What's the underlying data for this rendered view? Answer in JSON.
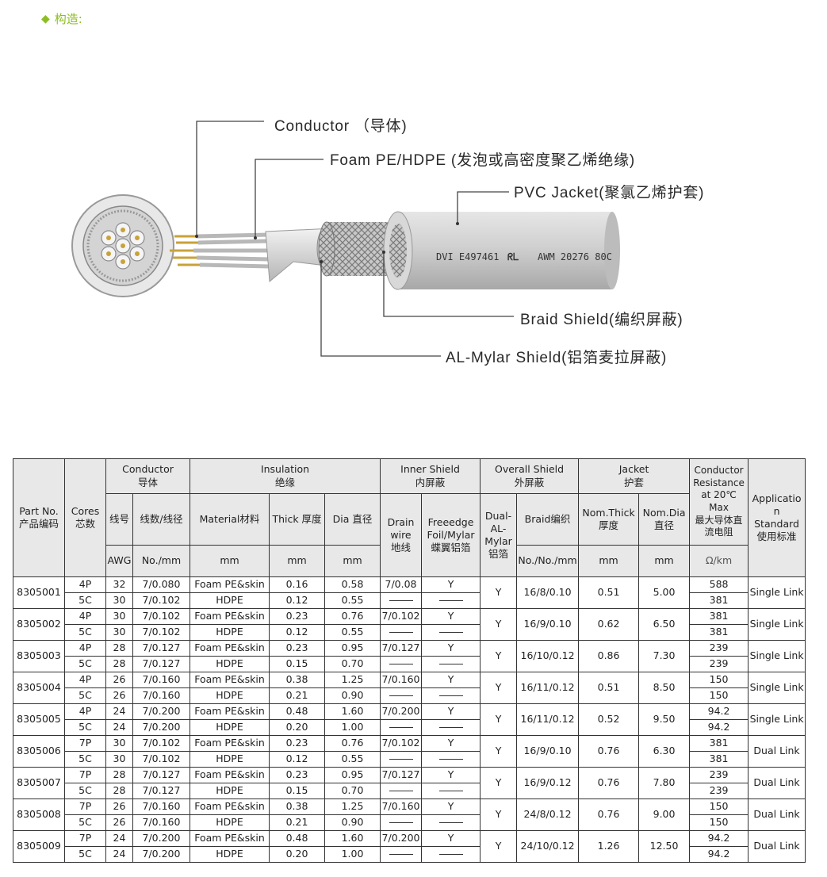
{
  "page": {
    "heading_icon": "diamond-icon",
    "heading": "构造:"
  },
  "diagram": {
    "labels": {
      "conductor": "Conductor （导体)",
      "foam": "Foam PE/HDPE (发泡或高密度聚乙烯绝缘)",
      "jacket": "PVC Jacket(聚氯乙烯护套)",
      "braid": "Braid Shield(编织屏蔽)",
      "mylar": "AL-Mylar Shield(铝箔麦拉屏蔽)"
    },
    "print_marking": {
      "left": "DVI E497461",
      "ul_mark": "ᖇᒪ",
      "right": "AWM 20276 80C"
    }
  },
  "table": {
    "headers": {
      "part_no": "Part No.\n产品编码",
      "cores": "Cores\n芯数",
      "conductor": "Conductor\n导体",
      "insulation": "Insulation\n绝缘",
      "inner_shield": "Inner Shield\n内屏蔽",
      "overall_shield": "Overall Shield\n外屏蔽",
      "jacket": "Jacket\n护套",
      "resistance": "Conductor\nResistance\nat 20℃\nMax\n最大导体直\n流电阻",
      "application": "Applicatio\nn\nStandard\n使用标准",
      "gauge": "线号",
      "strand": "线数/线径",
      "material": "Material材料",
      "thick": "Thick  厚度",
      "dia": "Dia 直径",
      "drain": "Drain\nwire\n地线",
      "foil": "Freeedge\nFoil/Mylar\n蝶翼铝箔",
      "dual": "Dual-\nAL-\nMylar\n铝箔",
      "braid": "Braid编织",
      "nom_thick": "Nom.Thick\n厚度",
      "nom_dia": "Nom.Dia\n直径",
      "unit_awg": "AWG",
      "unit_no_mm": "No./mm",
      "unit_mm": "mm",
      "unit_no_no_mm": "No./No./mm",
      "unit_ohm": "Ω/km"
    },
    "rows": [
      {
        "part": "8305001",
        "dual": "Y",
        "braid": "16/8/0.10",
        "nom_thick": "0.51",
        "nom_dia": "5.00",
        "app": "Single Link",
        "sub": [
          {
            "cores": "4P",
            "awg": "32",
            "strand": "7/0.080",
            "material": "Foam PE&skin",
            "thick": "0.16",
            "dia": "0.58",
            "drain": "7/0.08",
            "foil": "Y",
            "res": "588"
          },
          {
            "cores": "5C",
            "awg": "30",
            "strand": "7/0.102",
            "material": "HDPE",
            "thick": "0.12",
            "dia": "0.55",
            "drain": "",
            "foil": "",
            "res": "381"
          }
        ]
      },
      {
        "part": "8305002",
        "dual": "Y",
        "braid": "16/9/0.10",
        "nom_thick": "0.62",
        "nom_dia": "6.50",
        "app": "Single Link",
        "sub": [
          {
            "cores": "4P",
            "awg": "30",
            "strand": "7/0.102",
            "material": "Foam PE&skin",
            "thick": "0.23",
            "dia": "0.76",
            "drain": "7/0.102",
            "foil": "Y",
            "res": "381"
          },
          {
            "cores": "5C",
            "awg": "30",
            "strand": "7/0.102",
            "material": "HDPE",
            "thick": "0.12",
            "dia": "0.55",
            "drain": "",
            "foil": "",
            "res": "381"
          }
        ]
      },
      {
        "part": "8305003",
        "dual": "Y",
        "braid": "16/10/0.12",
        "nom_thick": "0.86",
        "nom_dia": "7.30",
        "app": "Single Link",
        "sub": [
          {
            "cores": "4P",
            "awg": "28",
            "strand": "7/0.127",
            "material": "Foam PE&skin",
            "thick": "0.23",
            "dia": "0.95",
            "drain": "7/0.127",
            "foil": "Y",
            "res": "239"
          },
          {
            "cores": "5C",
            "awg": "28",
            "strand": "7/0.127",
            "material": "HDPE",
            "thick": "0.15",
            "dia": "0.70",
            "drain": "",
            "foil": "",
            "res": "239"
          }
        ]
      },
      {
        "part": "8305004",
        "dual": "Y",
        "braid": "16/11/0.12",
        "nom_thick": "0.51",
        "nom_dia": "8.50",
        "app": "Single Link",
        "sub": [
          {
            "cores": "4P",
            "awg": "26",
            "strand": "7/0.160",
            "material": "Foam PE&skin",
            "thick": "0.38",
            "dia": "1.25",
            "drain": "7/0.160",
            "foil": "Y",
            "res": "150"
          },
          {
            "cores": "5C",
            "awg": "26",
            "strand": "7/0.160",
            "material": "HDPE",
            "thick": "0.21",
            "dia": "0.90",
            "drain": "",
            "foil": "",
            "res": "150"
          }
        ]
      },
      {
        "part": "8305005",
        "dual": "Y",
        "braid": "16/11/0.12",
        "nom_thick": "0.52",
        "nom_dia": "9.50",
        "app": "Single Link",
        "sub": [
          {
            "cores": "4P",
            "awg": "24",
            "strand": "7/0.200",
            "material": "Foam PE&skin",
            "thick": "0.48",
            "dia": "1.60",
            "drain": "7/0.200",
            "foil": "Y",
            "res": "94.2"
          },
          {
            "cores": "5C",
            "awg": "24",
            "strand": "7/0.200",
            "material": "HDPE",
            "thick": "0.20",
            "dia": "1.00",
            "drain": "",
            "foil": "",
            "res": "94.2"
          }
        ]
      },
      {
        "part": "8305006",
        "dual": "Y",
        "braid": "16/9/0.10",
        "nom_thick": "0.76",
        "nom_dia": "6.30",
        "app": "Dual Link",
        "sub": [
          {
            "cores": "7P",
            "awg": "30",
            "strand": "7/0.102",
            "material": "Foam PE&skin",
            "thick": "0.23",
            "dia": "0.76",
            "drain": "7/0.102",
            "foil": "Y",
            "res": "381"
          },
          {
            "cores": "5C",
            "awg": "30",
            "strand": "7/0.102",
            "material": "HDPE",
            "thick": "0.12",
            "dia": "0.55",
            "drain": "",
            "foil": "",
            "res": "381"
          }
        ]
      },
      {
        "part": "8305007",
        "dual": "Y",
        "braid": "16/9/0.12",
        "nom_thick": "0.76",
        "nom_dia": "7.80",
        "app": "Dual Link",
        "sub": [
          {
            "cores": "7P",
            "awg": "28",
            "strand": "7/0.127",
            "material": "Foam PE&skin",
            "thick": "0.23",
            "dia": "0.95",
            "drain": "7/0.127",
            "foil": "Y",
            "res": "239"
          },
          {
            "cores": "5C",
            "awg": "28",
            "strand": "7/0.127",
            "material": "HDPE",
            "thick": "0.15",
            "dia": "0.70",
            "drain": "",
            "foil": "",
            "res": "239"
          }
        ]
      },
      {
        "part": "8305008",
        "dual": "Y",
        "braid": "24/8/0.12",
        "nom_thick": "0.76",
        "nom_dia": "9.00",
        "app": "Dual Link",
        "sub": [
          {
            "cores": "7P",
            "awg": "26",
            "strand": "7/0.160",
            "material": "Foam PE&skin",
            "thick": "0.38",
            "dia": "1.25",
            "drain": "7/0.160",
            "foil": "Y",
            "res": "150"
          },
          {
            "cores": "5C",
            "awg": "26",
            "strand": "7/0.160",
            "material": "HDPE",
            "thick": "0.21",
            "dia": "0.90",
            "drain": "",
            "foil": "",
            "res": "150"
          }
        ]
      },
      {
        "part": "8305009",
        "dual": "Y",
        "braid": "24/10/0.12",
        "nom_thick": "1.26",
        "nom_dia": "12.50",
        "app": "Dual Link",
        "sub": [
          {
            "cores": "7P",
            "awg": "24",
            "strand": "7/0.200",
            "material": "Foam PE&skin",
            "thick": "0.48",
            "dia": "1.60",
            "drain": "7/0.200",
            "foil": "Y",
            "res": "94.2"
          },
          {
            "cores": "5C",
            "awg": "24",
            "strand": "7/0.200",
            "material": "HDPE",
            "thick": "0.20",
            "dia": "1.00",
            "drain": "",
            "foil": "",
            "res": "94.2"
          }
        ]
      }
    ]
  }
}
